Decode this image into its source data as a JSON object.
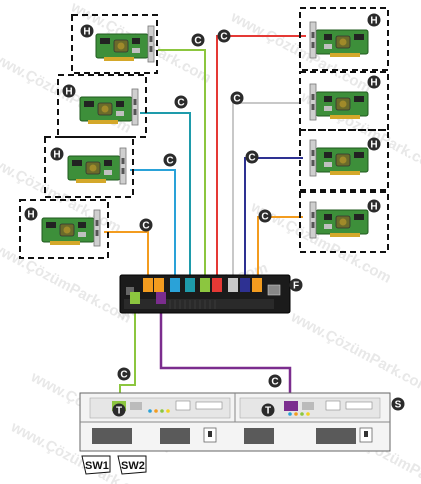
{
  "legend_letters": {
    "hba": "H",
    "cable": "C",
    "fc_switch": "F",
    "storage": "S",
    "transceiver": "T"
  },
  "switch_labels": [
    "SW1",
    "SW2"
  ],
  "watermark": "www.ÇözümPark.com",
  "colors": {
    "cable_green": "#8cc63f",
    "cable_red": "#e53935",
    "cable_teal": "#1e9bab",
    "cable_gray": "#c8c8c8",
    "cable_blue": "#2aa2d8",
    "cable_navy": "#2e3192",
    "cable_orange": "#f39c1f",
    "cable_purple": "#7b2d8e",
    "switch_body": "#1b1b1b",
    "pcb": "#3d8f3a",
    "label_dark": "#2b2b2b"
  },
  "icons": {
    "hba_card": "pcie-hba-card-icon",
    "fc_switch": "fibre-channel-switch-icon",
    "storage_array": "storage-array-icon",
    "transceiver": "sfp-transceiver-icon"
  }
}
